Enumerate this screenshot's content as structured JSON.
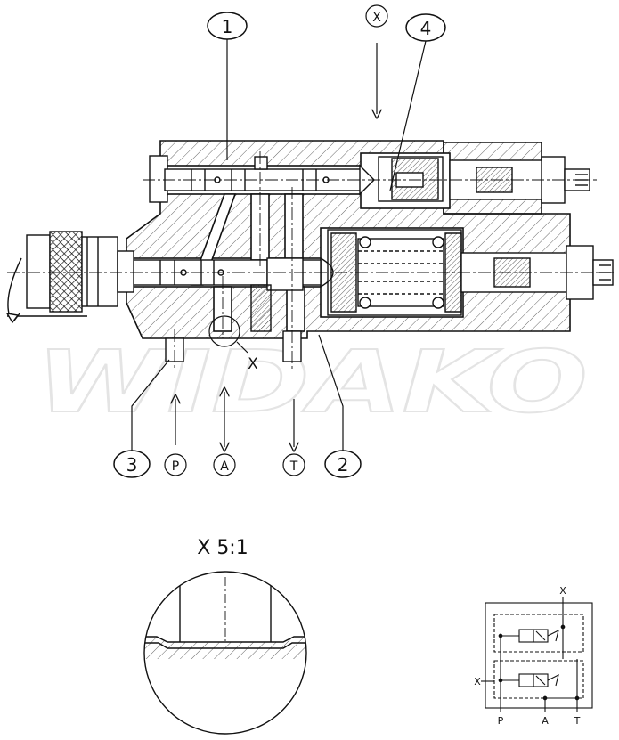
{
  "watermark": "WIDAKO",
  "callouts": {
    "c1": "1",
    "c2": "2",
    "c3": "3",
    "c4": "4",
    "x_top": "X"
  },
  "ports": {
    "p": "P",
    "a": "A",
    "t": "T"
  },
  "detail_marker": "X",
  "detail_title": "X 5:1",
  "schematic": {
    "x": "X",
    "p": "P",
    "a": "A",
    "t": "T",
    "x_left": "X"
  },
  "colors": {
    "line": "#111111",
    "hatch": "#444444",
    "watermark": "#e4e4e4"
  }
}
